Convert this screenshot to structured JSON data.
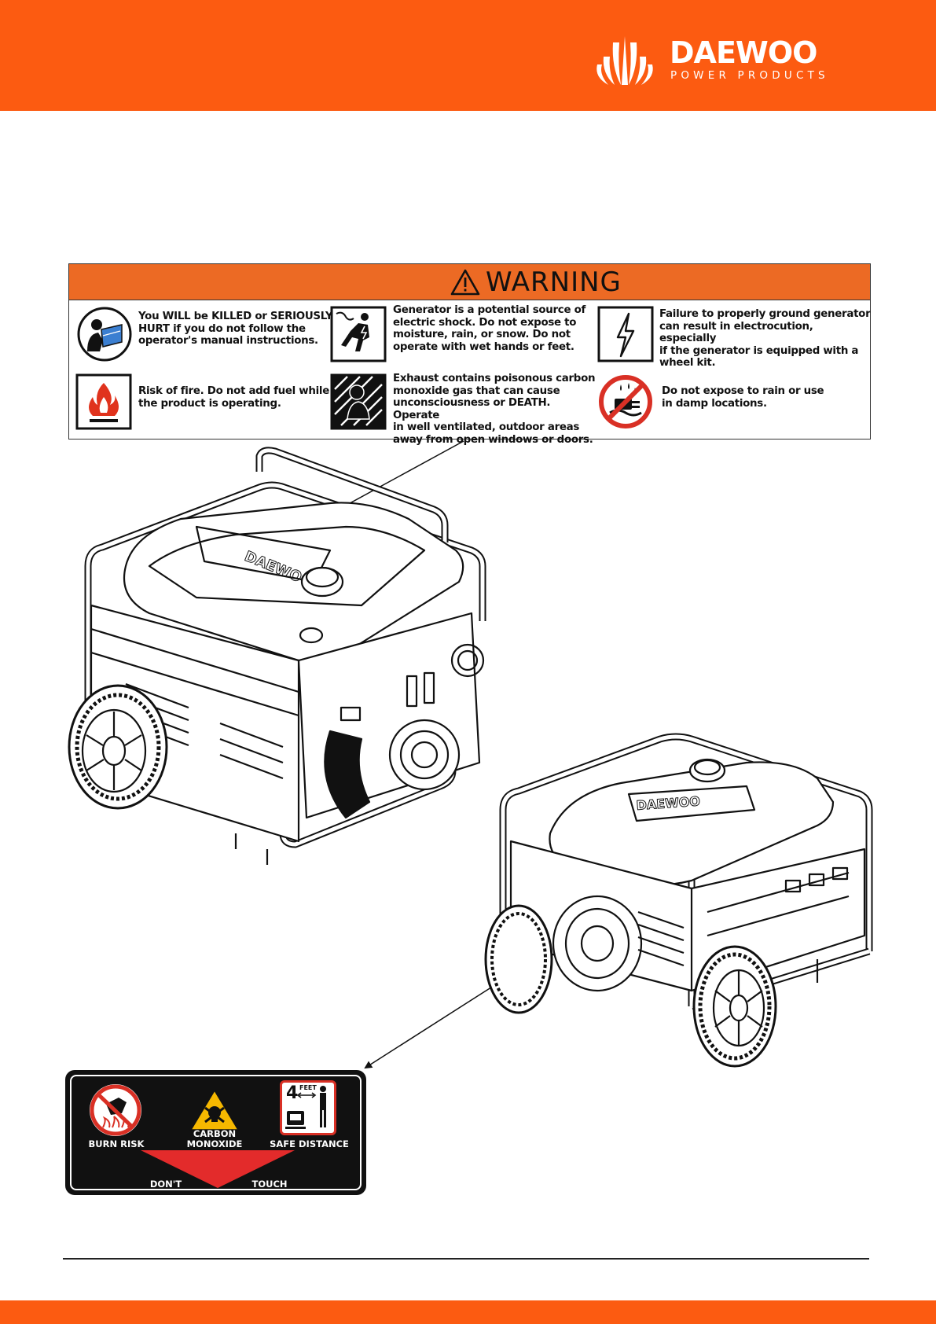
{
  "brand": {
    "name": "DAEWOO",
    "tagline": "POWER PRODUCTS",
    "color": "#fc5b11"
  },
  "warning": {
    "title": "WARNING",
    "items": [
      {
        "icon": "read-manual-icon",
        "lines": [
          "You WILL be KILLED or SERIOUSLY",
          "HURT if you do not follow the",
          "operator's manual instructions."
        ]
      },
      {
        "icon": "electric-shock-icon",
        "lines": [
          "Generator is a potential source of",
          "electric shock. Do not expose to",
          "moisture, rain, or snow. Do not",
          "operate with wet hands or feet."
        ]
      },
      {
        "icon": "lightning-bolt-icon",
        "lines": [
          "Failure to properly ground generator",
          "can result in electrocution, especially",
          "if the generator is equipped with a",
          "wheel kit."
        ]
      },
      {
        "icon": "fire-hazard-icon",
        "lines": [
          "Risk of fire. Do not add fuel while",
          "the product is operating."
        ]
      },
      {
        "icon": "toxic-exhaust-icon",
        "lines": [
          "Exhaust contains poisonous carbon",
          "monoxide gas that can cause",
          "unconsciousness or DEATH. Operate",
          "in well ventilated, outdoor areas",
          "away from open windows or doors."
        ]
      },
      {
        "icon": "no-rain-icon",
        "lines": [
          "Do not expose to rain or use",
          "in damp locations."
        ]
      }
    ]
  },
  "sticker": {
    "burn": "BURN RISK",
    "co_line1": "CARBON",
    "co_line2": "MONOXIDE",
    "distance": "SAFE DISTANCE",
    "distance_number": "4",
    "distance_unit": "FEET",
    "dont": "DON'T",
    "touch": "TOUCH"
  }
}
